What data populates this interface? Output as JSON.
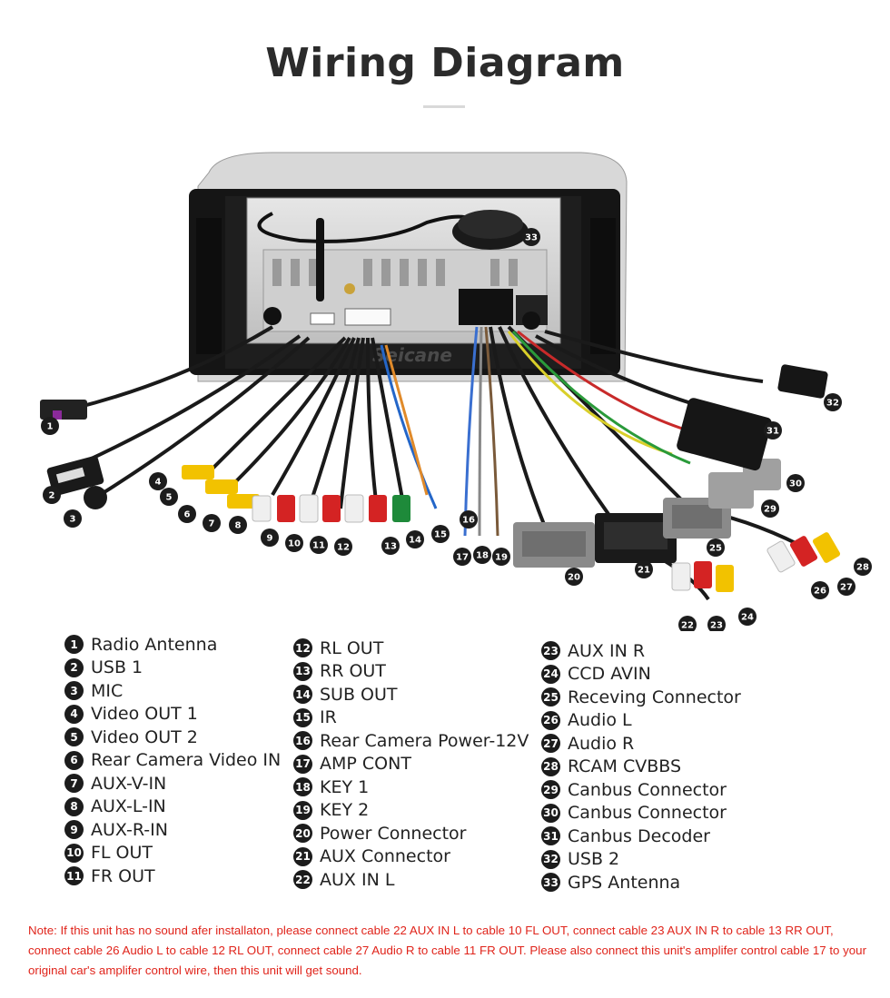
{
  "title": "Wiring Diagram",
  "watermark": "Seicane",
  "legend": [
    {
      "num": "1",
      "label": "Radio Antenna"
    },
    {
      "num": "2",
      "label": "USB 1"
    },
    {
      "num": "3",
      "label": "MIC"
    },
    {
      "num": "4",
      "label": "Video OUT 1"
    },
    {
      "num": "5",
      "label": "Video OUT 2"
    },
    {
      "num": "6",
      "label": "Rear Camera Video IN"
    },
    {
      "num": "7",
      "label": "AUX-V-IN"
    },
    {
      "num": "8",
      "label": "AUX-L-IN"
    },
    {
      "num": "9",
      "label": "AUX-R-IN"
    },
    {
      "num": "10",
      "label": "FL OUT"
    },
    {
      "num": "11",
      "label": "FR OUT"
    },
    {
      "num": "12",
      "label": "RL OUT"
    },
    {
      "num": "13",
      "label": "RR OUT"
    },
    {
      "num": "14",
      "label": "SUB OUT"
    },
    {
      "num": "15",
      "label": "IR"
    },
    {
      "num": "16",
      "label": "Rear Camera Power-12V"
    },
    {
      "num": "17",
      "label": "AMP CONT"
    },
    {
      "num": "18",
      "label": "KEY 1"
    },
    {
      "num": "19",
      "label": "KEY 2"
    },
    {
      "num": "20",
      "label": "Power Connector"
    },
    {
      "num": "21",
      "label": "AUX Connector"
    },
    {
      "num": "22",
      "label": "AUX IN L"
    },
    {
      "num": "23",
      "label": "AUX IN R"
    },
    {
      "num": "24",
      "label": "CCD AVIN"
    },
    {
      "num": "25",
      "label": "Receving Connector"
    },
    {
      "num": "26",
      "label": "Audio L"
    },
    {
      "num": "27",
      "label": "Audio R"
    },
    {
      "num": "28",
      "label": "RCAM CVBBS"
    },
    {
      "num": "29",
      "label": "Canbus Connector"
    },
    {
      "num": "30",
      "label": "Canbus Connector"
    },
    {
      "num": "31",
      "label": "Canbus Decoder"
    },
    {
      "num": "32",
      "label": "USB 2"
    },
    {
      "num": "33",
      "label": "GPS Antenna"
    }
  ],
  "note": "Note: If this unit has no sound afer installaton, please connect cable 22 AUX IN L to cable 10 FL OUT, connect cable 23 AUX IN R to cable 13 RR OUT, connect cable 26 Audio L to cable 12 RL OUT, connect cable 27 Audio R to cable 11 FR OUT. Please also connect this unit's amplifer control cable 17 to your original car's amplifer control wire, then this unit will get sound.",
  "colors": {
    "title": "#2b2b2b",
    "note": "#e0241b",
    "rca_yellow": "#f2c200",
    "rca_red": "#d42323",
    "rca_white": "#efefef",
    "rca_green": "#1e8a3a",
    "cable": "#1a1a1a",
    "connector_gray": "#8a8a8a"
  }
}
